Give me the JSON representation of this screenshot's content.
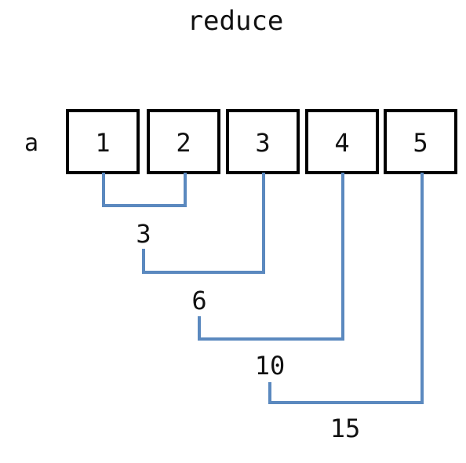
{
  "title": "reduce",
  "array_label": "a",
  "cells": [
    "1",
    "2",
    "3",
    "4",
    "5"
  ],
  "sums": [
    "3",
    "6",
    "10",
    "15"
  ],
  "colors": {
    "connector": "#5b89bf",
    "border": "#000000",
    "text": "#111111",
    "background": "#ffffff"
  }
}
